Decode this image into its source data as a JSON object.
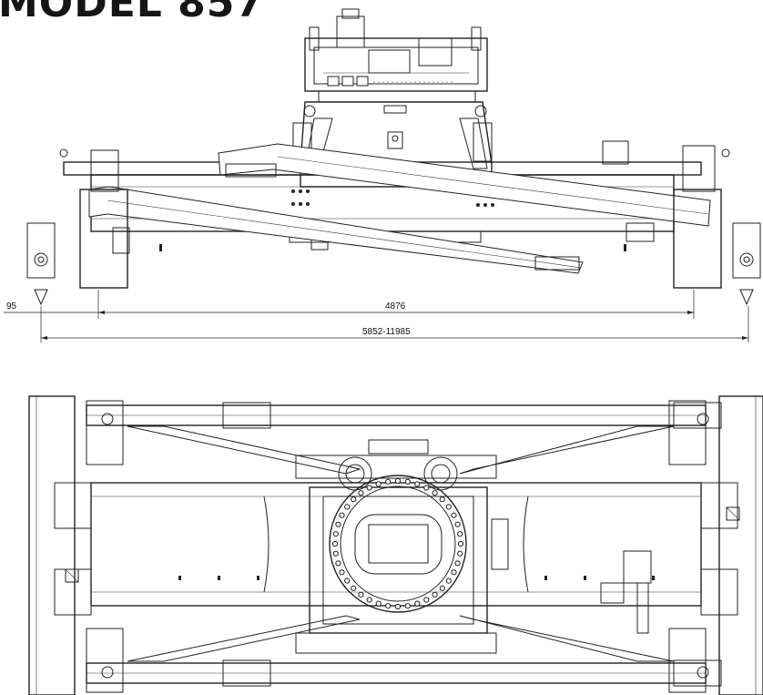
{
  "title": "MODEL 857",
  "dimensions": {
    "offset": "95",
    "wheelbase": "4876",
    "spread_range": "5852-11985"
  }
}
